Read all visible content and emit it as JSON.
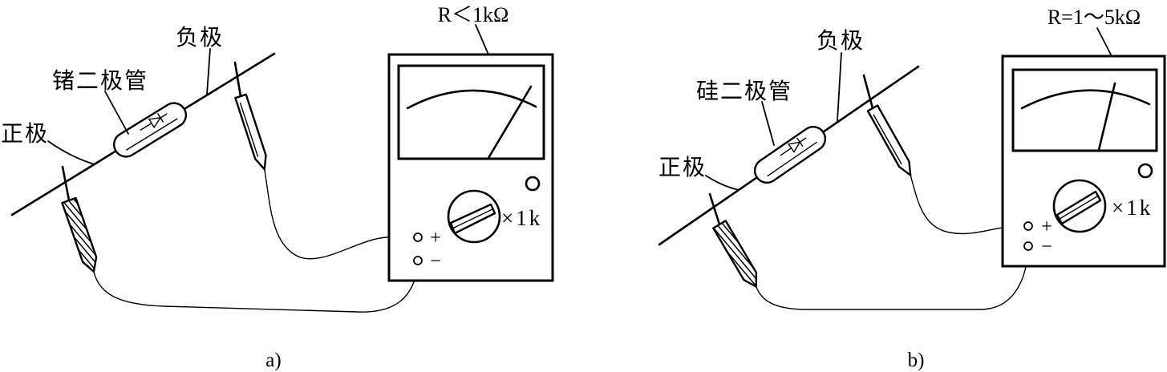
{
  "panels": [
    {
      "caption": "a)",
      "meter_note": "R＜1kΩ",
      "diode_label": "锗二极管",
      "cathode_label": "负极",
      "anode_label": "正极",
      "range_label": "×1k",
      "plus_label": "+",
      "minus_label": "−"
    },
    {
      "caption": "b)",
      "meter_note": "R=1～5kΩ",
      "diode_label": "硅二极管",
      "cathode_label": "负极",
      "anode_label": "正极",
      "range_label": "×1k",
      "plus_label": "+",
      "minus_label": "−"
    }
  ]
}
